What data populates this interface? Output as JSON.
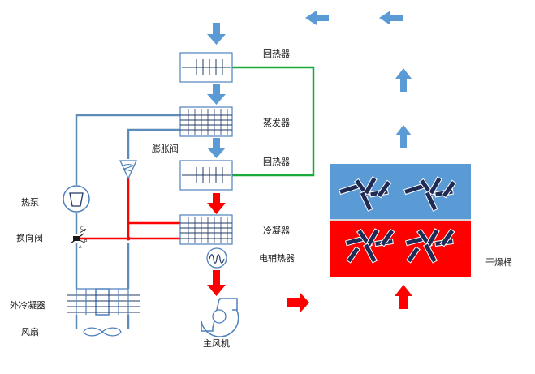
{
  "labels": {
    "regenerator_top": "回热器",
    "evaporator": "蒸发器",
    "expansion_valve": "膨胀阀",
    "regenerator_mid": "回热器",
    "heat_pump": "热泵",
    "reversing_valve": "换向阀",
    "condenser": "冷凝器",
    "electric_heater": "电辅热器",
    "outer_condenser": "外冷凝器",
    "fan": "风扇",
    "main_fan": "主风机",
    "drying_drum": "干燥桶"
  },
  "valve_ports": {
    "a": "A",
    "b": "B",
    "c": "C"
  },
  "colors": {
    "air_arrow_blue": "#5b9bd5",
    "hot_red": "#ff0000",
    "refrigerant_blue": "#5b8db8",
    "regenerator_green": "#1aaa3c",
    "drum_top": "#5b9bd5",
    "drum_bottom": "#ff0000",
    "paddle_navy": "#1f2a55",
    "component_outline": "#4f81bd"
  },
  "icons": {
    "air_arrow": "arrow-icon",
    "compressor": "compressor-icon",
    "heater": "heater-coil-icon",
    "blower": "centrifugal-fan-icon",
    "fan": "propeller-fan-icon",
    "paddles": "drum-paddles-icon"
  }
}
